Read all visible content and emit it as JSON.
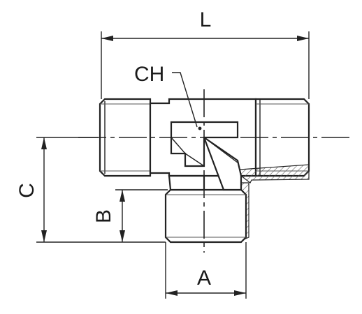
{
  "labels": {
    "L": "L",
    "CH": "CH",
    "C": "C",
    "B": "B",
    "A": "A"
  }
}
